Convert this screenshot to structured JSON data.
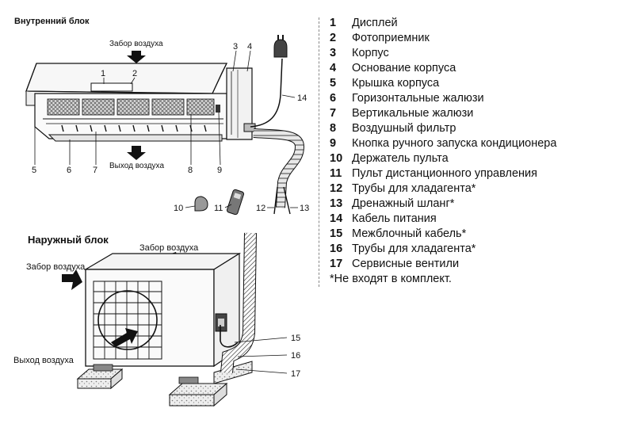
{
  "indoor": {
    "heading": "Внутренний блок",
    "air_in": "Забор воздуха",
    "air_out": "Выход воздуха",
    "callouts": [
      "1",
      "2",
      "3",
      "4",
      "5",
      "6",
      "7",
      "8",
      "9",
      "10",
      "11",
      "12",
      "13",
      "14"
    ]
  },
  "outdoor": {
    "heading": "Наружный блок",
    "air_in_top": "Забор воздуха",
    "air_in_side": "Забор воздуха",
    "air_out": "Выход воздуха",
    "callouts": [
      "15",
      "16",
      "17"
    ]
  },
  "legend": {
    "items": [
      {
        "num": "1",
        "text": "Дисплей"
      },
      {
        "num": "2",
        "text": "Фотоприемник"
      },
      {
        "num": "3",
        "text": "Корпус"
      },
      {
        "num": "4",
        "text": "Основание корпуса"
      },
      {
        "num": "5",
        "text": "Крышка корпуса"
      },
      {
        "num": "6",
        "text": "Горизонтальные жалюзи"
      },
      {
        "num": "7",
        "text": "Вертикальные жалюзи"
      },
      {
        "num": "8",
        "text": "Воздушный фильтр"
      },
      {
        "num": "9",
        "text": "Кнопка ручного запуска кондиционера"
      },
      {
        "num": "10",
        "text": "Держатель пульта"
      },
      {
        "num": "11",
        "text": "Пульт дистанционного управления"
      },
      {
        "num": "12",
        "text": "Трубы для хладагента*"
      },
      {
        "num": "13",
        "text": "Дренажный шланг*"
      },
      {
        "num": "14",
        "text": "Кабель питания"
      },
      {
        "num": "15",
        "text": "Межблочный кабель*"
      },
      {
        "num": "16",
        "text": "Трубы для хладагента*"
      },
      {
        "num": "17",
        "text": "Сервисные вентили"
      }
    ],
    "note": "*Не входят в комплект."
  }
}
